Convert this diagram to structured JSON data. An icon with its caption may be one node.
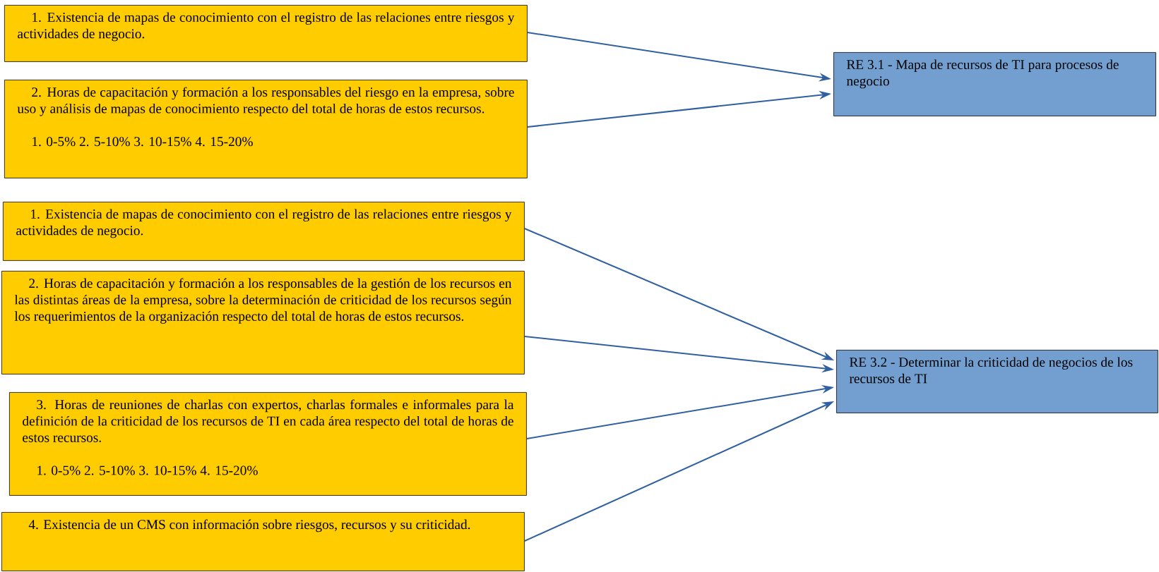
{
  "diagram": {
    "nodes": [
      {
        "text": [
          "1. Existencia de mapas de conocimiento con el registro de las relaciones entre riesgos y actividades de negocio."
        ]
      },
      {
        "text": [
          "2. Horas de capacitación y formación a los responsables del riesgo en la empresa, sobre uso y análisis de mapas de conocimiento respecto del total de horas de estos recursos.",
          "1. 0-5% 2. 5-10% 3. 10-15% 4. 15-20%"
        ]
      },
      {
        "text": [
          "RE 3.1 - Mapa de recursos de TI para procesos de negocio"
        ]
      },
      {
        "text": [
          "1. Existencia de mapas de conocimiento con el registro de las relaciones entre riesgos y actividades de negocio."
        ]
      },
      {
        "text": [
          "2. Horas de capacitación y formación a los responsables de la gestión de los recursos en las distintas áreas de la empresa, sobre la determinación de criticidad de los recursos según los requerimientos de la organización respecto del total de horas de estos recursos."
        ]
      },
      {
        "text": [
          "3. Horas de reuniones de charlas con expertos, charlas formales e informales para la definición de la criticidad de los recursos de TI en cada área respecto del total de horas de estos recursos.",
          "1. 0-5% 2. 5-10% 3. 10-15% 4. 15-20%"
        ]
      },
      {
        "text": [
          "4. Existencia de un CMS con información sobre riesgos, recursos y su criticidad."
        ]
      },
      {
        "text": [
          "RE 3.2 - Determinar la criticidad de negocios de los recursos de TI"
        ]
      }
    ],
    "edges": [
      {
        "from": 0,
        "to": 2,
        "arrow": "to"
      },
      {
        "from": 1,
        "to": 2,
        "arrow": "to"
      },
      {
        "from": 3,
        "to": 7,
        "arrow": "to"
      },
      {
        "from": 4,
        "to": 7,
        "arrow": "to"
      },
      {
        "from": 5,
        "to": 7,
        "arrow": "to"
      },
      {
        "from": 6,
        "to": 7,
        "arrow": "to"
      }
    ]
  }
}
